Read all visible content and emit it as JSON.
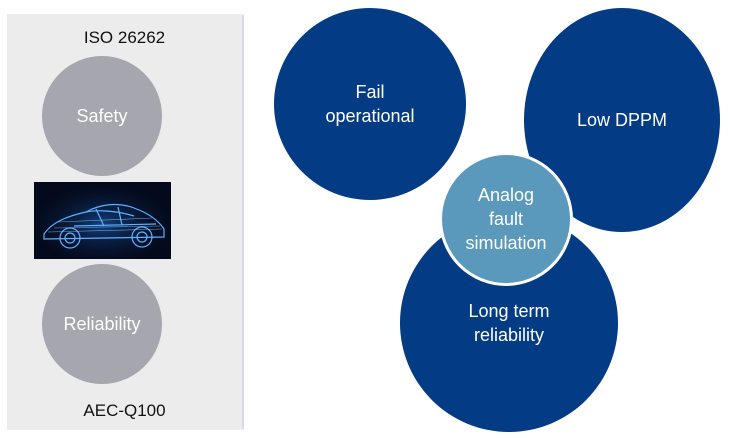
{
  "left_panel": {
    "top_label": "ISO 26262",
    "circle_top": "Safety",
    "circle_bottom": "Reliability",
    "bottom_label": "AEC-Q100"
  },
  "circles": {
    "fail_operational": "Fail\noperational",
    "low_dppm": "Low DPPM",
    "long_term_reliability": "Long term\nreliability",
    "center": "Analog\nfault\nsimulation"
  },
  "colors": {
    "navy": "#043b85",
    "center": "#5a99bb",
    "grey_circle": "#a5a6ae",
    "funnel": "#ddd6ea",
    "panel": "#ececec"
  }
}
